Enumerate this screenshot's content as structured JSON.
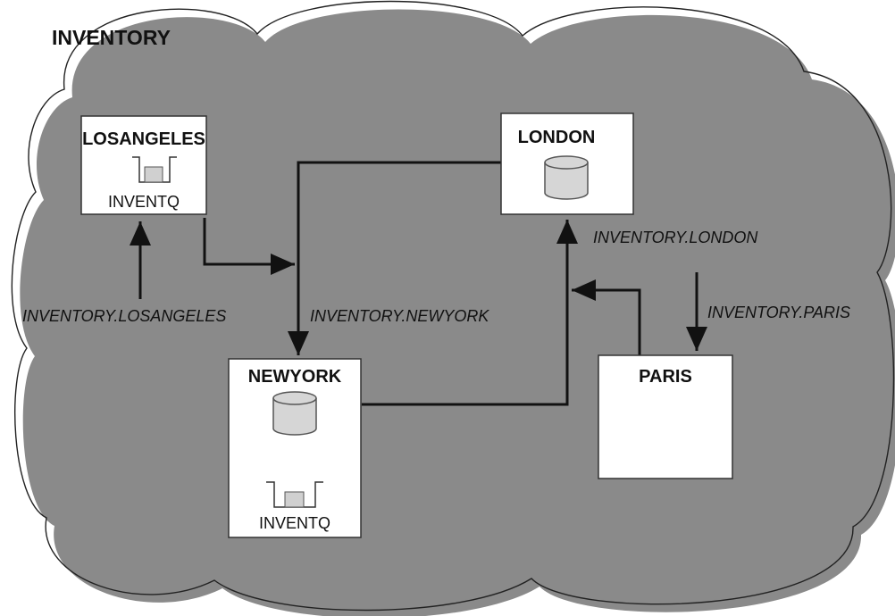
{
  "diagram": {
    "cluster_name": "INVENTORY",
    "queue_managers": {
      "losangeles": {
        "name": "LOSANGELES",
        "queue": "INVENTQ"
      },
      "london": {
        "name": "LONDON"
      },
      "newyork": {
        "name": "NEWYORK",
        "queue": "INVENTQ"
      },
      "paris": {
        "name": "PARIS"
      }
    },
    "channels": {
      "losangeles": "INVENTORY.LOSANGELES",
      "newyork": "INVENTORY.NEWYORK",
      "london": "INVENTORY.LONDON",
      "paris": "INVENTORY.PARIS"
    }
  },
  "colors": {
    "cloud_shadow": "#8a8a8a",
    "cloud_fill": "#ffffff",
    "cylinder_fill": "#d6d6d6",
    "queue_fill": "#d0d0d0"
  }
}
